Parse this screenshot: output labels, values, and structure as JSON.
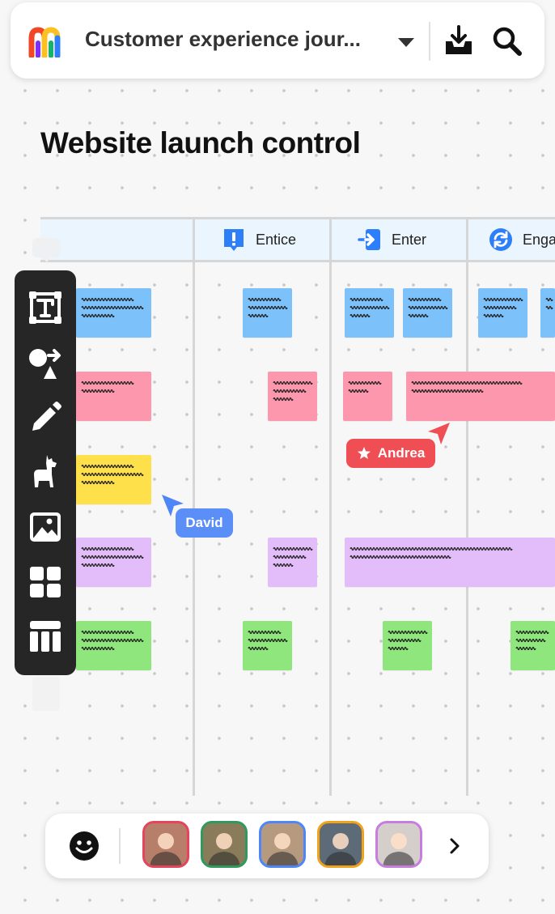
{
  "topbar": {
    "board_title": "Customer experience jour...",
    "logo_icon": "miro-logo",
    "dropdown_icon": "caret-down-icon",
    "export_icon": "download-tray-icon",
    "search_icon": "search-icon"
  },
  "frame": {
    "title": "Website launch control"
  },
  "columns": [
    {
      "label": "Entice",
      "icon": "exclamation-icon",
      "color": "#2d7ff9"
    },
    {
      "label": "Enter",
      "icon": "enter-arrow-icon",
      "color": "#2d7ff9"
    },
    {
      "label": "Enga",
      "icon": "refresh-circle-icon",
      "color": "#2d7ff9"
    }
  ],
  "note_colors": {
    "blue": "#7dc1fb",
    "pink": "#fc97ae",
    "yellow": "#fee04b",
    "purple": "#e3bdf9",
    "green": "#8ee67c"
  },
  "toolbar": {
    "tools": [
      {
        "name": "text-tool",
        "icon": "text-icon"
      },
      {
        "name": "shapes-tool",
        "icon": "shapes-icon"
      },
      {
        "name": "pen-tool",
        "icon": "pencil-icon"
      },
      {
        "name": "llama-tool",
        "icon": "llama-icon"
      },
      {
        "name": "image-tool",
        "icon": "image-icon"
      },
      {
        "name": "templates-tool",
        "icon": "grid-icon"
      },
      {
        "name": "table-tool",
        "icon": "table-icon"
      }
    ]
  },
  "cursors": [
    {
      "name": "Andrea",
      "color": "#f04e55"
    },
    {
      "name": "David",
      "color": "#4f86f7"
    }
  ],
  "bottombar": {
    "emoji_icon": "smiley-icon",
    "avatars": [
      {
        "border": "#e4455d",
        "bg": "#b77f6a"
      },
      {
        "border": "#2f9a5d",
        "bg": "#8a7c5a"
      },
      {
        "border": "#4f86f7",
        "bg": "#b69a80"
      },
      {
        "border": "#f0a31b",
        "bg": "#5d6a78"
      },
      {
        "border": "#c77dde",
        "bg": "#d5cfcc"
      }
    ],
    "more_icon": "chevron-right-icon"
  },
  "colors": {
    "accent_blue": "#2d7ff9",
    "toolbar_bg": "#262626",
    "header_bg": "#eaf5fd"
  }
}
